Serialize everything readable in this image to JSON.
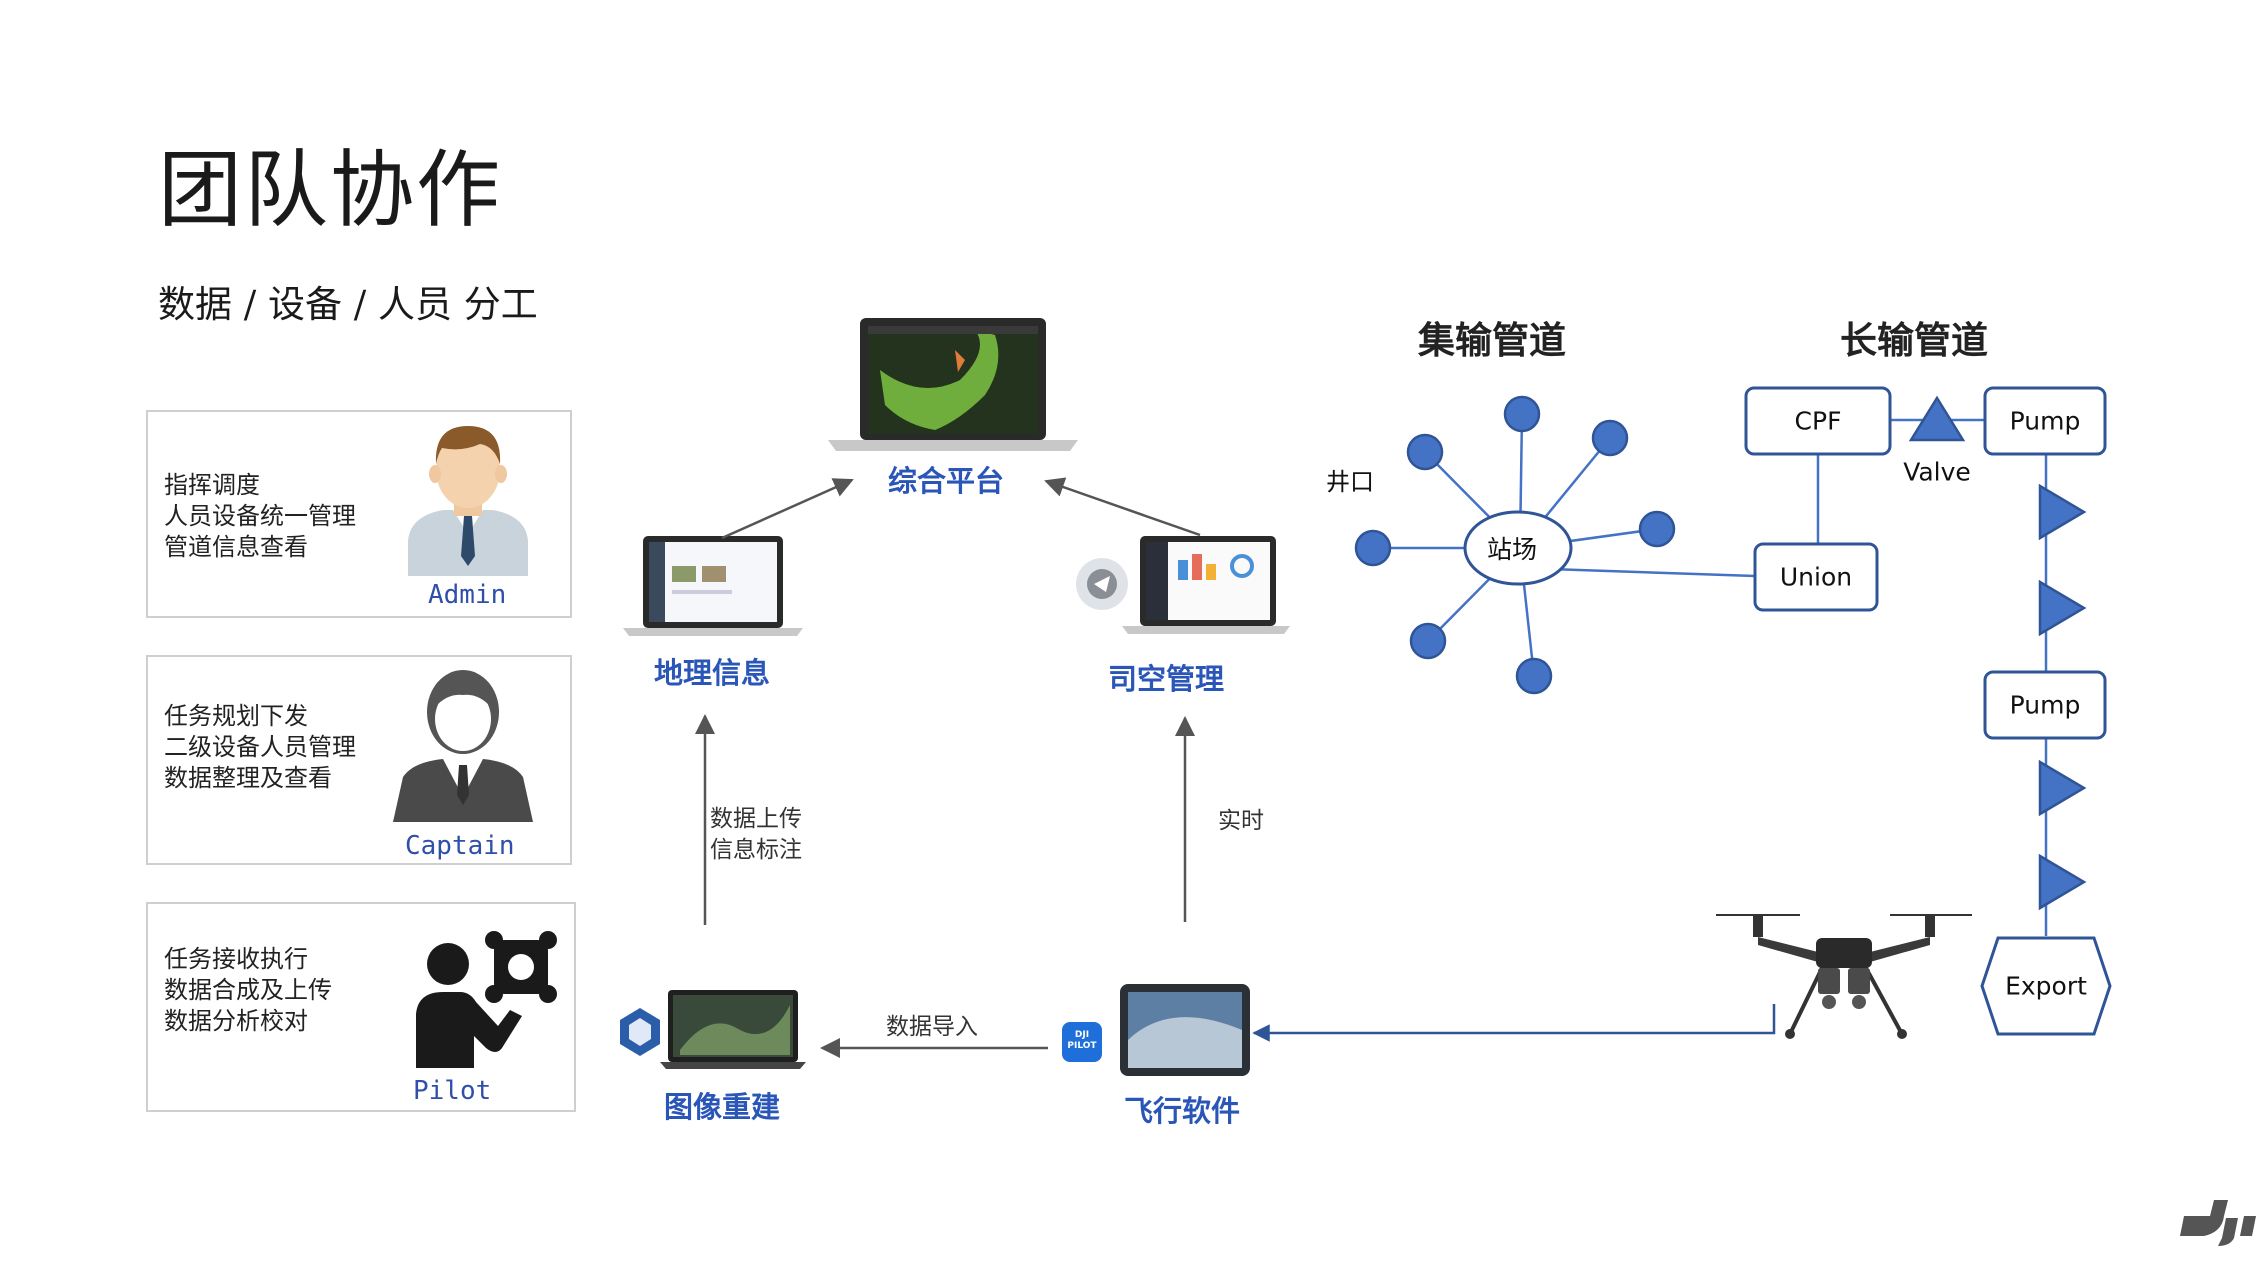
{
  "header": {
    "title": "团队协作",
    "subtitle": "数据 / 设备 / 人员 分工"
  },
  "roles": [
    {
      "lines": [
        "指挥调度",
        "人员设备统一管理",
        "管道信息查看"
      ],
      "name": "Admin"
    },
    {
      "lines": [
        "任务规划下发",
        "二级设备人员管理",
        "数据整理及查看"
      ],
      "name": "Captain"
    },
    {
      "lines": [
        "任务接收执行",
        "数据合成及上传",
        "数据分析校对"
      ],
      "name": "Pilot"
    }
  ],
  "flow": {
    "platform": "综合平台",
    "geo": "地理信息",
    "airspace": "司空管理",
    "reconstruct": "图像重建",
    "flight": "飞行软件",
    "upload_note": [
      "数据上传",
      "信息标注"
    ],
    "realtime_note": "实时",
    "import_note": "数据导入",
    "pilot_badge": "DJI PILOT"
  },
  "gathering": {
    "title": "集输管道",
    "well_label": "井口",
    "station": "站场"
  },
  "long_pipeline": {
    "title": "长输管道",
    "cpf": "CPF",
    "valve": "Valve",
    "pump1": "Pump",
    "pump2": "Pump",
    "union": "Union",
    "export": "Export"
  },
  "brand": {
    "logo": "dji"
  },
  "colors": {
    "accent_blue": "#2a56b8",
    "node_fill": "#4472c4",
    "node_stroke": "#2f5597",
    "box_stroke": "#2f5597"
  }
}
